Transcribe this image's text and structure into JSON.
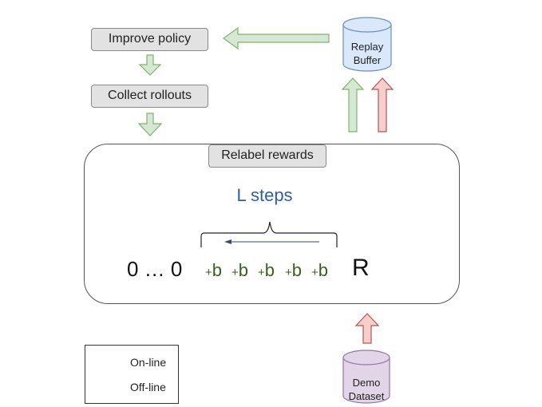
{
  "boxes": {
    "improve_policy": "Improve policy",
    "collect_rollouts": "Collect rollouts",
    "relabel_rewards": "Relabel rewards"
  },
  "replay_buffer": {
    "line1": "Replay",
    "line2": "Buffer"
  },
  "demo_dataset": {
    "line1": "Demo",
    "line2": "Dataset"
  },
  "relabel": {
    "steps_label": "L steps",
    "zeros": "0 … 0",
    "bonus_prefix": "+",
    "bonus_letter": "b",
    "reward": "R"
  },
  "legend": {
    "online": "On-line",
    "offline": "Off-line"
  },
  "colors": {
    "online_fill": "#d5e8d4",
    "online_stroke": "#82b366",
    "offline_fill": "#f8cecc",
    "offline_stroke": "#b85450",
    "buffer_fill": "#dae8fc",
    "buffer_stroke": "#6c8ebf",
    "demo_fill": "#e1d5e7",
    "demo_stroke": "#9673a6"
  }
}
